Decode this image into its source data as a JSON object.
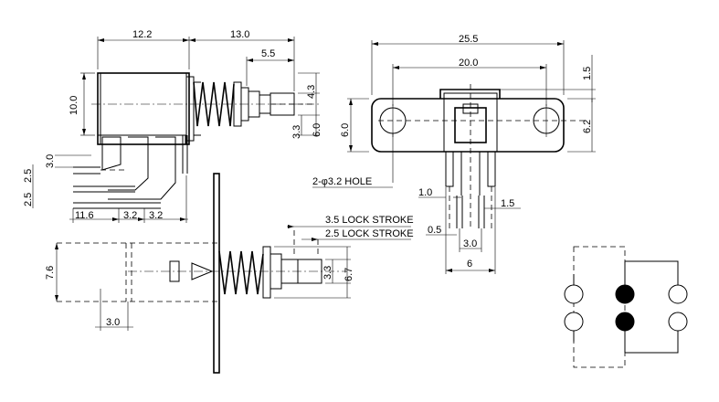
{
  "dimensions": {
    "side_view": [
      "12.2",
      "13.0",
      "5.5",
      "4.3",
      "10.0",
      "3.3",
      "6.0",
      "3.0",
      "2.5",
      "2.5",
      "11.6",
      "3.2",
      "3.2"
    ],
    "front_view": [
      "25.5",
      "20.0",
      "1.5",
      "6.2",
      "6.0",
      "2-φ3.2 HOLE",
      "1.0",
      "1.5",
      "0.5",
      "3.0",
      "6"
    ],
    "stroke_view": [
      "3.5 LOCK STROKE",
      "2.5 LOCK STROKE",
      "7.6",
      "3.3",
      "6.7",
      "3.0"
    ]
  },
  "schematic": {
    "contacts": [
      {
        "state": "open"
      },
      {
        "state": "closed"
      },
      {
        "state": "open"
      },
      {
        "state": "open"
      },
      {
        "state": "closed"
      },
      {
        "state": "open"
      }
    ]
  }
}
